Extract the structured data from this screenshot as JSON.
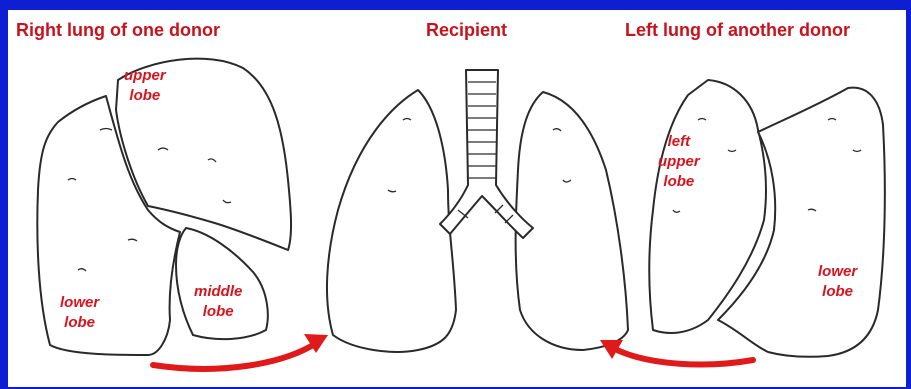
{
  "titles": {
    "right_lung_donor": "Right lung of one donor",
    "recipient": "Recipient",
    "left_lung_donor": "Left lung of another donor"
  },
  "labels": {
    "right_upper": [
      "upper",
      "lobe"
    ],
    "right_middle": [
      "middle",
      "lobe"
    ],
    "right_lower": [
      "lower",
      "lobe"
    ],
    "left_upper": [
      "left",
      "upper",
      "lobe"
    ],
    "left_lower": [
      "lower",
      "lobe"
    ]
  },
  "colors": {
    "background": "#0d1fd0",
    "panel": "#ffffff",
    "label_red": "#d8141e",
    "arrow_red": "#e01a1a",
    "outline": "#2a2a2a"
  }
}
